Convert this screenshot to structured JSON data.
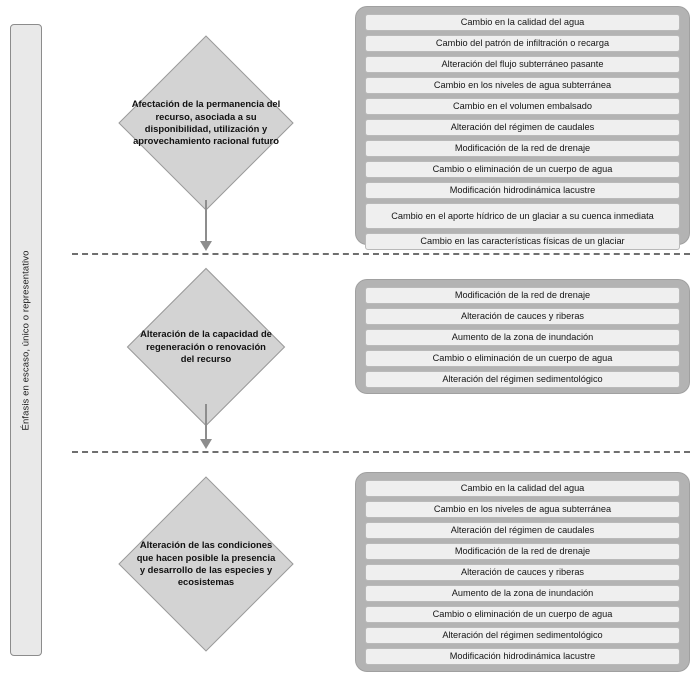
{
  "side_banner": {
    "text": "Énfasis en escaso, único o representativo"
  },
  "stages": [
    {
      "id": "stage-1",
      "diamond_label": "Afectación de la permanencia del recurso, asociada a su disponibilidad, utilización y aprovechamiento racional futuro",
      "items": [
        "Cambio en la calidad del agua",
        "Cambio del patrón de infiltración o recarga",
        "Alteración del flujo subterráneo pasante",
        "Cambio en los niveles de agua subterránea",
        "Cambio en el volumen embalsado",
        "Alteración del régimen de caudales",
        "Modificación de la red de drenaje",
        "Cambio o eliminación de un cuerpo de agua",
        "Modificación hidrodinámica lacustre",
        "Cambio en el aporte hídrico de un  glaciar a su cuenca inmediata",
        "Cambio en las características físicas de un glaciar"
      ]
    },
    {
      "id": "stage-2",
      "diamond_label": "Alteración de la capacidad de regeneración o renovación del recurso",
      "items": [
        "Modificación de la red de drenaje",
        "Alteración de cauces y riberas",
        "Aumento de la zona de inundación",
        "Cambio o eliminación de un cuerpo de agua",
        "Alteración del régimen sedimentológico"
      ]
    },
    {
      "id": "stage-3",
      "diamond_label": "Alteración de las condiciones que hacen posible la presencia y desarrollo de las especies y ecosistemas",
      "items": [
        "Cambio en la calidad del agua",
        "Cambio en los niveles de agua subterránea",
        "Alteración del régimen de caudales",
        "Modificación de la red de drenaje",
        "Alteración de cauces y riberas",
        "Aumento de la zona de inundación",
        "Cambio o eliminación de un cuerpo de agua",
        "Alteración del régimen sedimentológico",
        "Modificación hidrodinámica lacustre"
      ]
    }
  ],
  "colors": {
    "panel_bg": "#b3b3b3",
    "item_bg": "#efefef",
    "diamond_bg": "#d3d3d3",
    "banner_bg": "#e9e9e9",
    "connector": "#8d8d8d"
  }
}
